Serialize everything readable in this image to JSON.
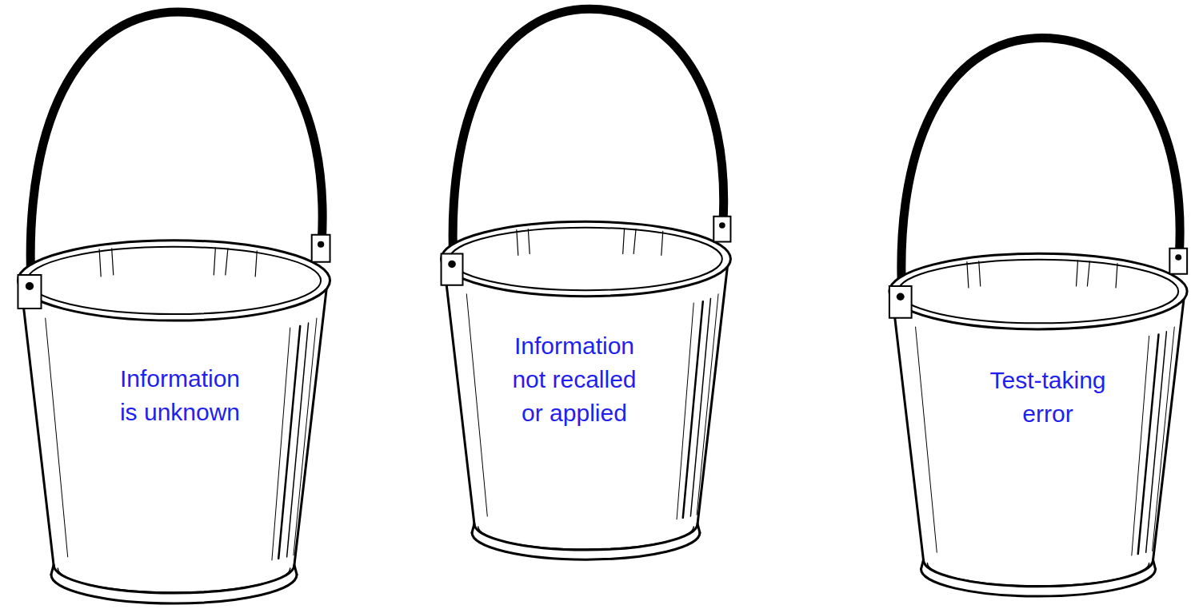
{
  "diagram": {
    "nodes": [
      {
        "text": [
          "Information is unknown"
        ]
      },
      {
        "text": [
          "Information not recalled or applied"
        ]
      },
      {
        "text": [
          "Test-taking error"
        ]
      }
    ]
  }
}
